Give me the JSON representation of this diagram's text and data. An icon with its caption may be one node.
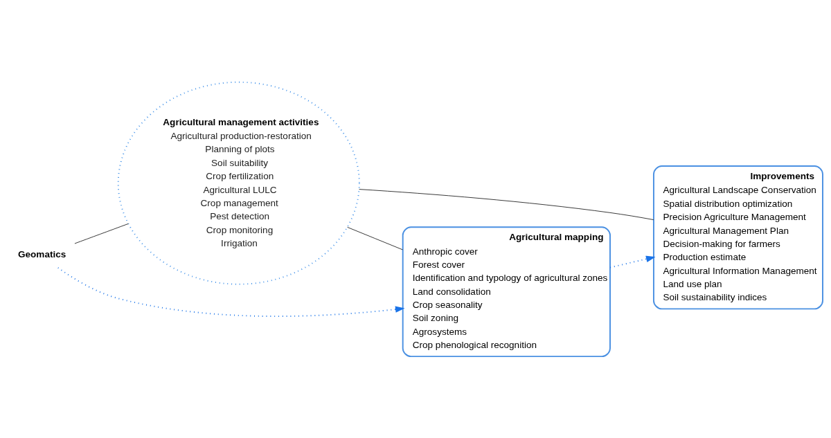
{
  "diagram": {
    "nodes": [
      {
        "text": [
          "Geomatics"
        ]
      },
      {
        "text": [
          "Agricultural management activities",
          "Agricultural production-restoration",
          "Planning of plots",
          "Soil suitability",
          "Crop fertilization",
          "Agricultural LULC",
          "Crop management",
          "Pest detection",
          "Crop monitoring",
          "Irrigation"
        ]
      },
      {
        "text": [
          "Improvements",
          "Agricultural Landscape Conservation",
          "Spatial distribution optimization",
          "Precision Agriculture Management",
          "Agricultural Management Plan",
          "Decision-making for farmers",
          "Production estimate",
          "Agricultural Information Management",
          "Land use plan",
          "Soil sustainability indices"
        ]
      },
      {
        "text": [
          "Agricultural mapping",
          "Anthropic cover",
          "Forest cover",
          "Identification and typology of agricultural zones",
          "Land consolidation",
          "Crop seasonality",
          "Soil zoning",
          "Agrosystems",
          "Crop phenological recognition"
        ]
      }
    ],
    "edges": [
      {
        "from": 0,
        "to": 1,
        "arrow": "none"
      },
      {
        "from": 1,
        "to": 2,
        "arrow": "none"
      },
      {
        "from": 1,
        "to": 3,
        "arrow": "none"
      },
      {
        "from": 0,
        "to": 3,
        "arrow": "to",
        "style": "dashed",
        "color": "#1a73e8"
      },
      {
        "from": 3,
        "to": 2,
        "arrow": "to",
        "style": "dashed",
        "color": "#1a73e8"
      }
    ]
  }
}
